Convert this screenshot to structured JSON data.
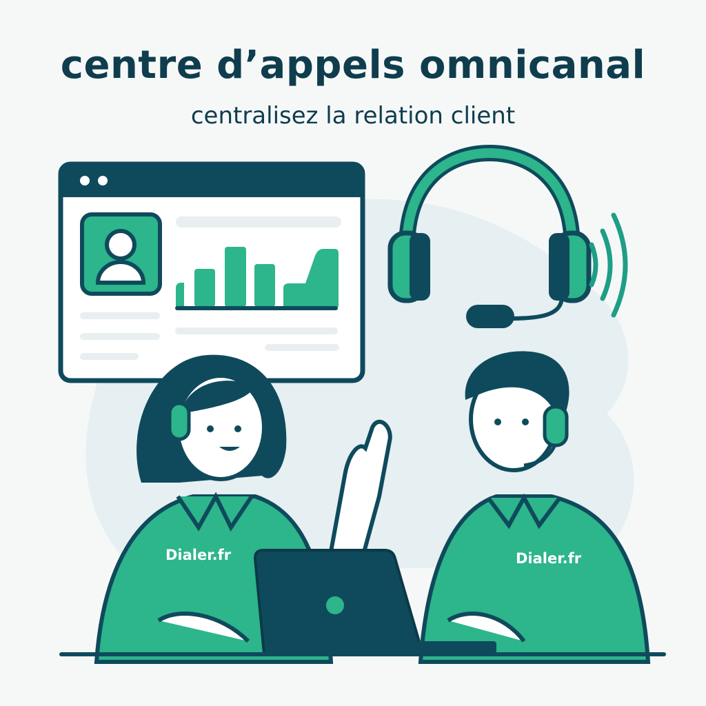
{
  "header": {
    "title": "centre d’appels omnicanal",
    "subtitle": "centralisez la relation client"
  },
  "illustration": {
    "browser_window": {
      "titlebar_dots": 2,
      "avatar_icon": "user-profile-icon",
      "mini_chart_bars": [
        3,
        5,
        8,
        6,
        9
      ]
    },
    "headset_icon": "headset-icon",
    "sound_waves_icon": "sound-waves-icon",
    "agents": [
      {
        "role": "female-agent",
        "shirt_label": "Dialer.fr"
      },
      {
        "role": "male-agent",
        "shirt_label": "Dialer.fr"
      }
    ],
    "laptop_icon": "laptop-icon"
  },
  "colors": {
    "background": "#f6f8f8",
    "dark_teal": "#0f4a5c",
    "green": "#2db58b",
    "light_blob": "#e6eff1",
    "text": "#0f3d4e"
  }
}
